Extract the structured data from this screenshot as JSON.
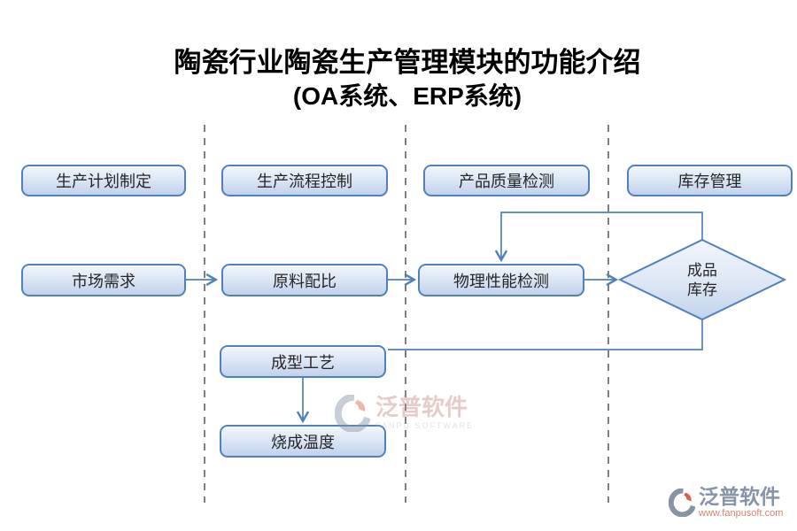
{
  "title": {
    "line1": "陶瓷行业陶瓷生产管理模块的功能介绍",
    "line2": "(OA系统、ERP系统)"
  },
  "headers": {
    "plan": "生产计划制定",
    "process": "生产流程控制",
    "quality": "产品质量检测",
    "inventory": "库存管理"
  },
  "flow": {
    "market": "市场需求",
    "material": "原料配比",
    "physical": "物理性能检测",
    "finished_line1": "成品",
    "finished_line2": "库存",
    "molding": "成型工艺",
    "firing": "烧成温度"
  },
  "watermark_center": {
    "brand": "泛普软件",
    "subtitle": "FANPU SOFTWARE"
  },
  "watermark_corner": {
    "brand": "泛普软件",
    "url": "www.fanpusoft.com"
  },
  "colors": {
    "accent": "#4f81bd",
    "dashed_line": "#7f7f7f",
    "node_fill_top": "#f2f6fc",
    "node_fill_bottom": "#c0d2ec",
    "brand_gray": "#8793a7",
    "brand_red": "#d9604f",
    "url_red": "#d98270"
  }
}
